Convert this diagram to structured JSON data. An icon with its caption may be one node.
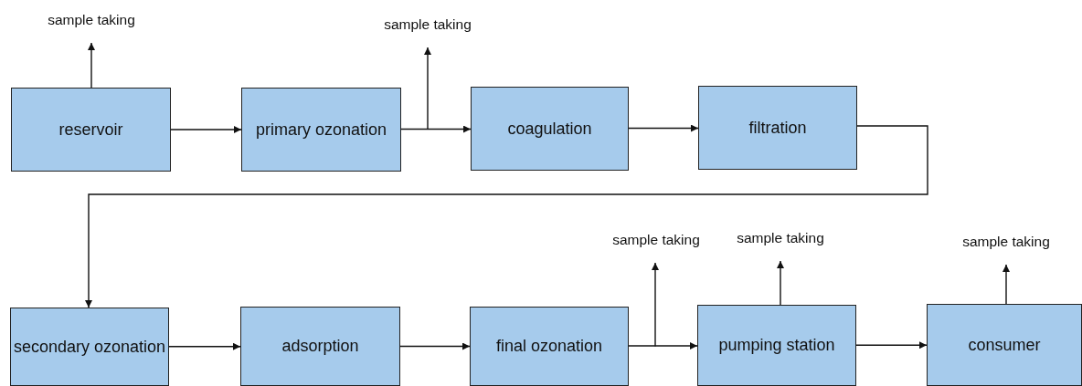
{
  "diagram": {
    "nodes": [
      {
        "text": [
          "reservoir"
        ]
      },
      {
        "text": [
          "primary ozonation"
        ]
      },
      {
        "text": [
          "coagulation"
        ]
      },
      {
        "text": [
          "filtration"
        ]
      },
      {
        "text": [
          "secondary ozonation"
        ]
      },
      {
        "text": [
          "adsorption"
        ]
      },
      {
        "text": [
          "final ozonation"
        ]
      },
      {
        "text": [
          "pumping station"
        ]
      },
      {
        "text": [
          "consumer"
        ]
      },
      {
        "text": [
          "sample taking"
        ]
      },
      {
        "text": [
          "sample taking"
        ]
      },
      {
        "text": [
          "sample taking"
        ]
      },
      {
        "text": [
          "sample taking"
        ]
      },
      {
        "text": [
          "sample taking"
        ]
      }
    ],
    "edges": [
      {
        "from": 0,
        "to": 1,
        "arrow": "to"
      },
      {
        "from": 1,
        "to": 2,
        "arrow": "to"
      },
      {
        "from": 2,
        "to": 3,
        "arrow": "to"
      },
      {
        "from": 3,
        "to": 4,
        "arrow": "to"
      },
      {
        "from": 4,
        "to": 5,
        "arrow": "to"
      },
      {
        "from": 5,
        "to": 6,
        "arrow": "to"
      },
      {
        "from": 6,
        "to": 7,
        "arrow": "to"
      },
      {
        "from": 7,
        "to": 8,
        "arrow": "to"
      },
      {
        "from": 0,
        "to": 9,
        "arrow": "to"
      },
      {
        "from": 1,
        "to": 10,
        "arrow": "to"
      },
      {
        "from": 6,
        "to": 11,
        "arrow": "to"
      },
      {
        "from": 7,
        "to": 12,
        "arrow": "to"
      },
      {
        "from": 8,
        "to": 13,
        "arrow": "to"
      }
    ]
  }
}
